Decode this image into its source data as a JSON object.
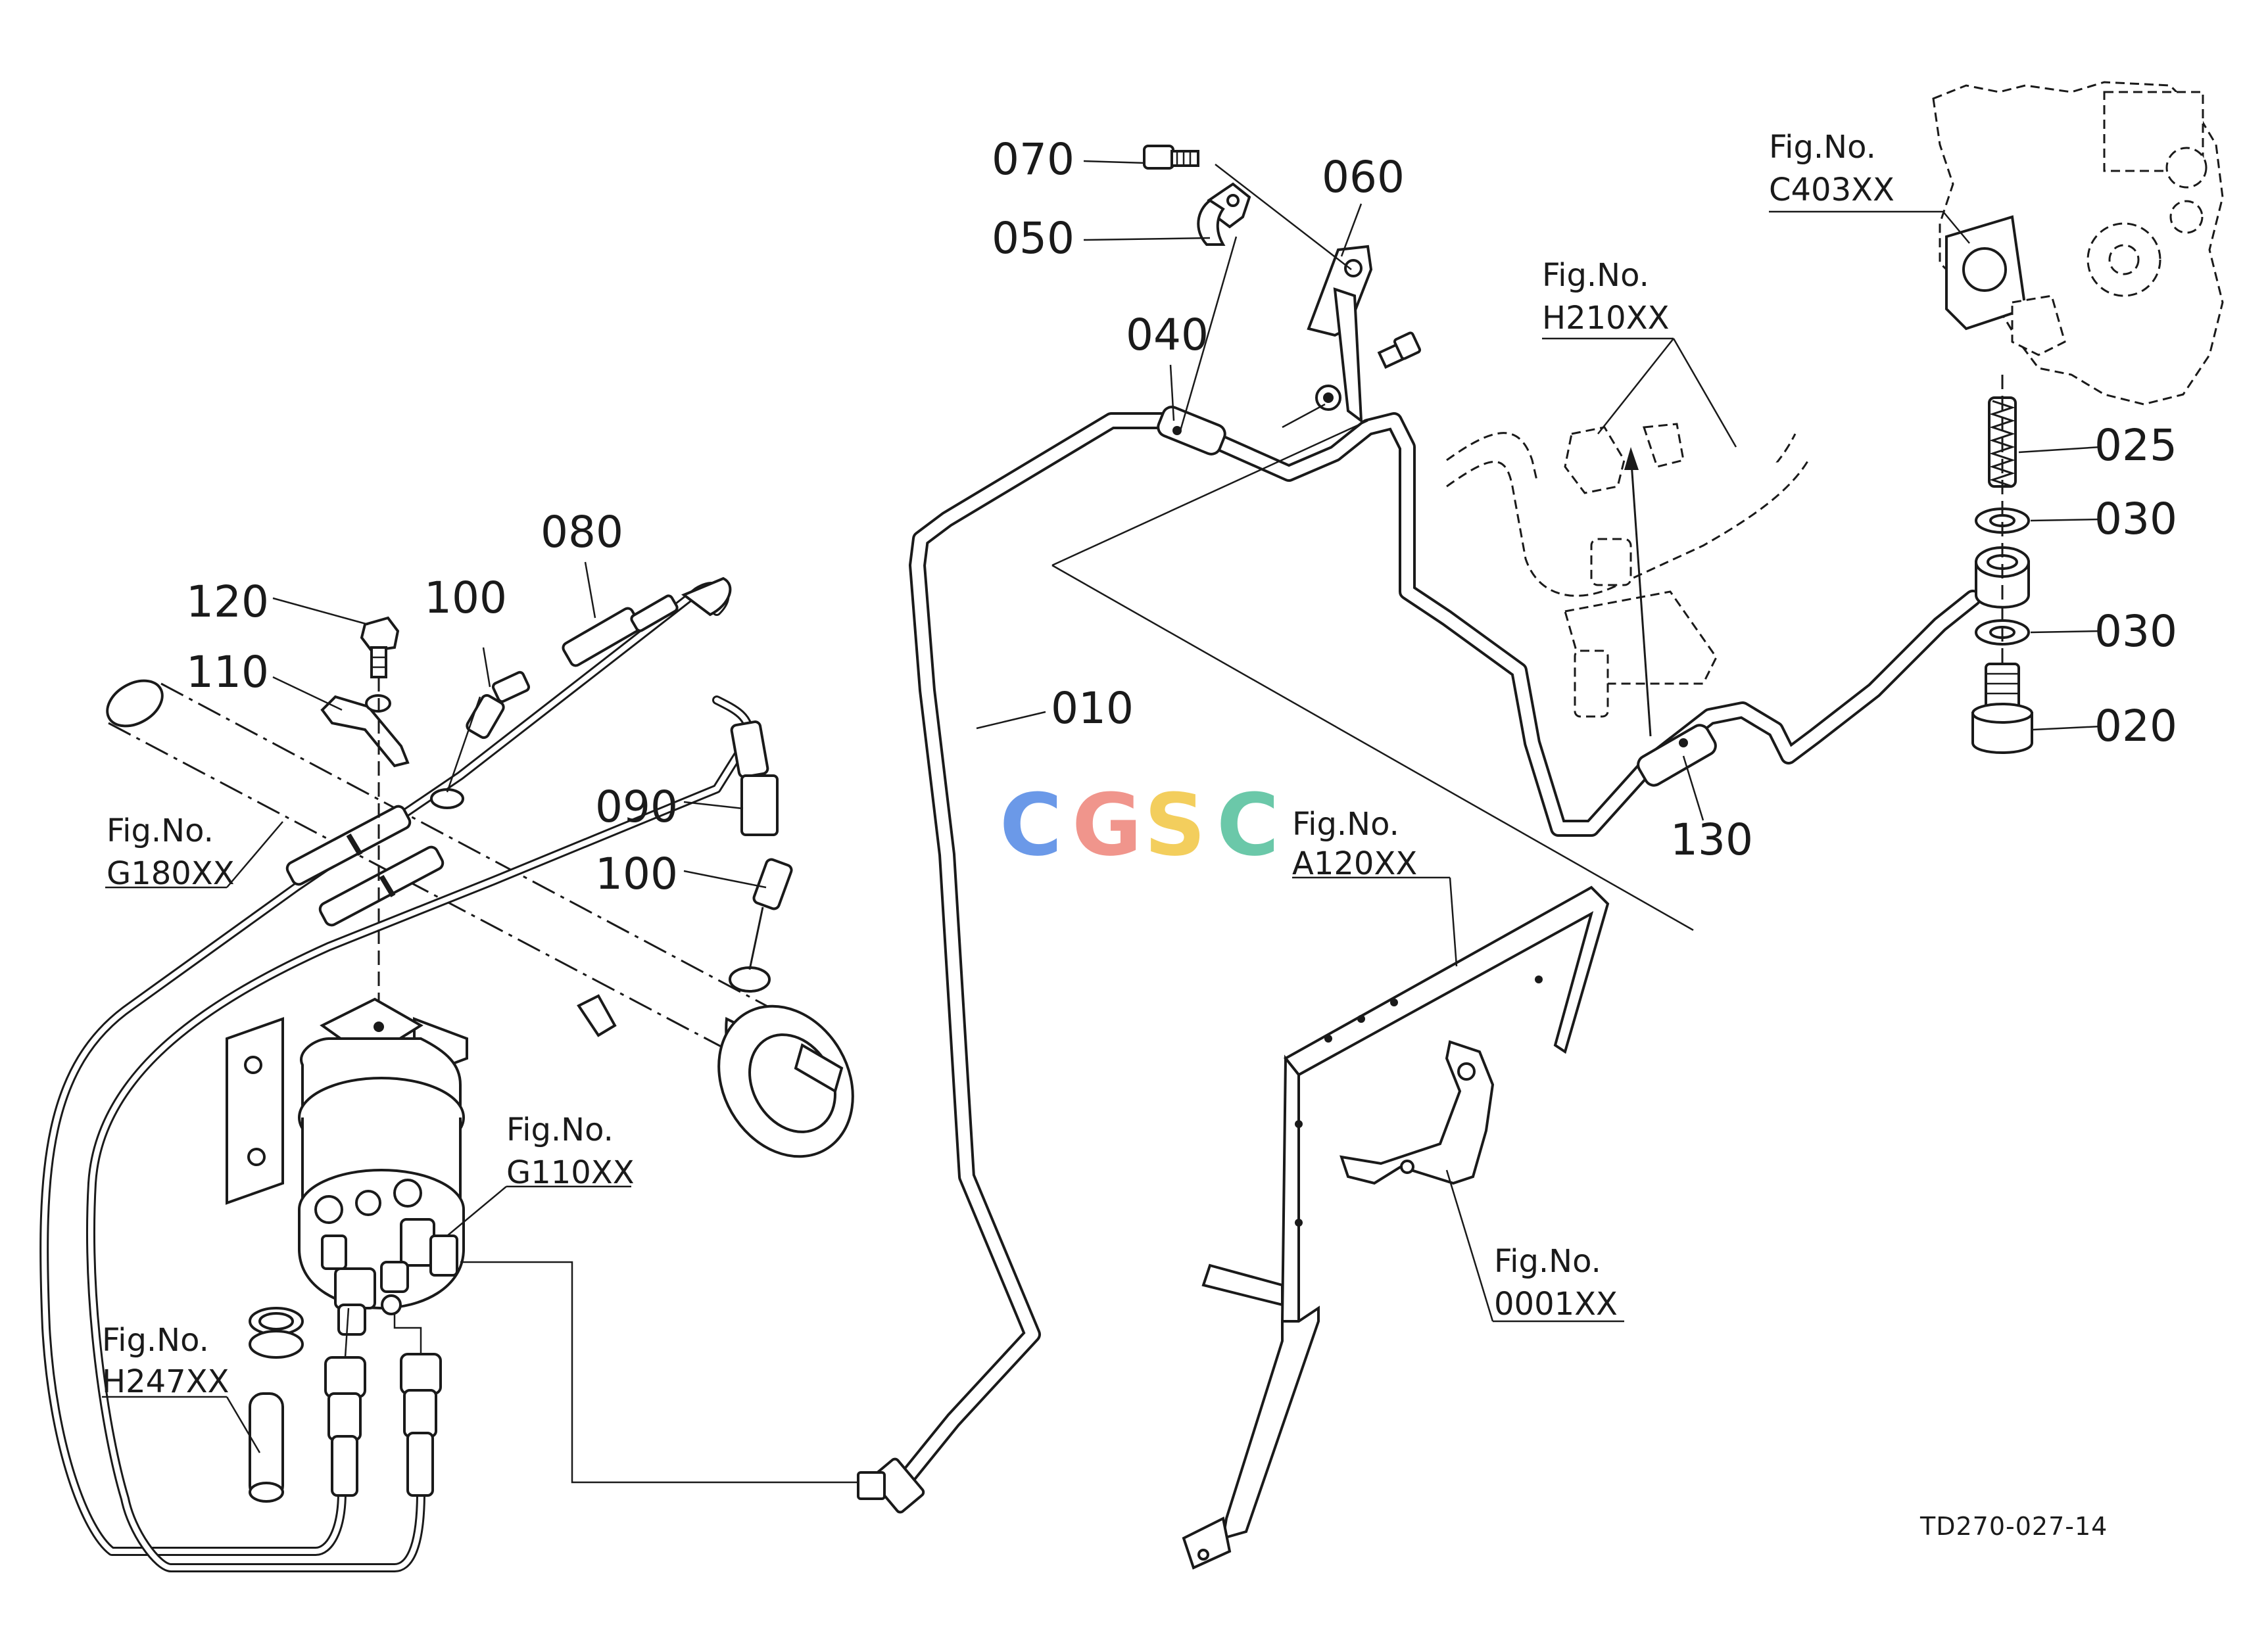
{
  "part_labels": {
    "p010": "010",
    "p020": "020",
    "p025": "025",
    "p030a": "030",
    "p030b": "030",
    "p040": "040",
    "p050": "050",
    "p060": "060",
    "p070": "070",
    "p080": "080",
    "p090": "090",
    "p100a": "100",
    "p100b": "100",
    "p110": "110",
    "p120": "120",
    "p130": "130"
  },
  "figure_refs": {
    "c403": {
      "label": "Fig.No.",
      "code": "C403XX"
    },
    "h210": {
      "label": "Fig.No.",
      "code": "H210XX"
    },
    "a120": {
      "label": "Fig.No.",
      "code": "A120XX"
    },
    "g180": {
      "label": "Fig.No.",
      "code": "G180XX"
    },
    "g110": {
      "label": "Fig.No.",
      "code": "G110XX"
    },
    "h247": {
      "label": "Fig.No.",
      "code": "H247XX"
    },
    "f0001": {
      "label": "Fig.No.",
      "code": "0001XX"
    }
  },
  "drawing_code": "TD270-027-14",
  "watermark": {
    "letters": [
      "C",
      "G",
      "S",
      "C"
    ],
    "colors": [
      "#5b8fe6",
      "#ef8a80",
      "#f2c94c",
      "#5cc3a0"
    ]
  }
}
